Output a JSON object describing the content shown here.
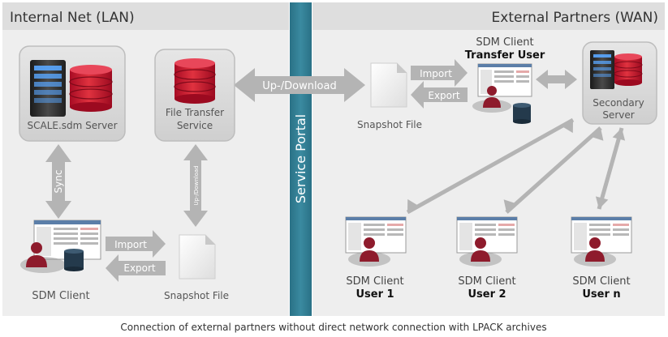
{
  "lan": {
    "title": "Internal Net (LAN)"
  },
  "wan": {
    "title": "External Partners (WAN)"
  },
  "portal": {
    "label": "Service Portal"
  },
  "nodes": {
    "scale_server": "SCALE.sdm Server",
    "file_transfer": [
      "File Transfer",
      "Service"
    ],
    "snapshot_wan": "Snapshot File",
    "snapshot_lan": "Snapshot File",
    "sdm_client_lan": "SDM Client",
    "transfer_client": {
      "line1": "SDM Client",
      "line2": "Transfer User"
    },
    "secondary_server": [
      "Secondary",
      "Server"
    ],
    "users": [
      {
        "line1": "SDM Client",
        "line2": "User 1"
      },
      {
        "line1": "SDM Client",
        "line2": "User 2"
      },
      {
        "line1": "SDM Client",
        "line2": "User n"
      }
    ]
  },
  "arrows": {
    "sync": "Sync",
    "up_download_small": "Up-/Download",
    "up_download_main": "Up-/Download",
    "import_wan": "Import",
    "export_wan": "Export",
    "import_lan": "Import",
    "export_lan": "Export"
  },
  "caption": "Connection of external partners without direct network connection with LPACK archives",
  "colors": {
    "panel_bg": "#eeeeee",
    "node_bg": "#dcdcdc",
    "arrow": "#b4b4b4",
    "portal": "#2f7e93",
    "database": "#c8102e",
    "user_badge": "#8e1b2c"
  }
}
